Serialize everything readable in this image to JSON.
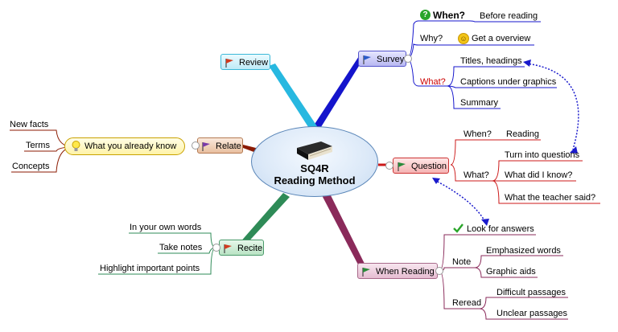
{
  "center": {
    "line1": "SQ4R",
    "line2": "Reading Method"
  },
  "survey": {
    "label": "Survey",
    "when_q": "When?",
    "when_a": "Before reading",
    "why_q": "Why?",
    "why_a": "Get a overview",
    "what_q": "What?",
    "what_items": [
      "Titles, headings",
      "Captions under graphics",
      "Summary"
    ]
  },
  "question": {
    "label": "Question",
    "when_q": "When?",
    "when_a": "Reading",
    "what_q": "What?",
    "what_items": [
      "Turn into questions",
      "What did I know?",
      "What the teacher said?"
    ]
  },
  "when_reading": {
    "label": "When Reading",
    "look": "Look for answers",
    "note_q": "Note",
    "note_items": [
      "Emphasized words",
      "Graphic aids"
    ],
    "reread_q": "Reread",
    "reread_items": [
      "Difficult passages",
      "Unclear passages"
    ]
  },
  "recite": {
    "label": "Recite",
    "items": [
      "In your own words",
      "Take notes",
      "Highlight important points"
    ]
  },
  "relate": {
    "label": "Relate",
    "bubble": "What you already know",
    "items": [
      "New facts",
      "Terms",
      "Concepts"
    ]
  },
  "review": {
    "label": "Review"
  },
  "colors": {
    "survey": "#1414cc",
    "question": "#cc1a1a",
    "when_reading": "#8a2a5a",
    "recite": "#2e8b57",
    "relate": "#8b1a00",
    "review": "#27b8e0",
    "what_red": "#cc0000"
  },
  "icons": {
    "when": "help-icon",
    "why": "smiley-icon",
    "look": "checkmark-icon",
    "center": "book-icon"
  }
}
